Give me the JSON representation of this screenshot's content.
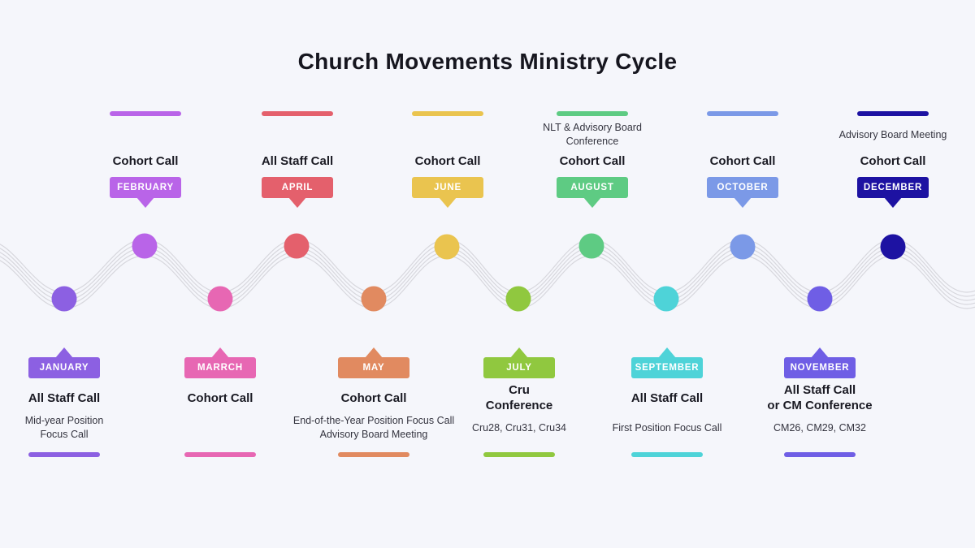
{
  "title": "Church Movements Ministry Cycle",
  "colors": {
    "background": "#f5f6fb",
    "wave_line": "#d7d7dd",
    "title_text": "#16161f",
    "event_text": "#1a1a23",
    "note_text": "#34343f"
  },
  "months": [
    {
      "name": "january",
      "label": "JANUARY",
      "row": "bottom",
      "color": "#8c60e2",
      "event": "All Staff Call",
      "note": "Mid-year Position\nFocus Call"
    },
    {
      "name": "february",
      "label": "FEBRUARY",
      "row": "top",
      "color": "#b964e8",
      "event": "Cohort Call",
      "note": ""
    },
    {
      "name": "march",
      "label": "MARRCH",
      "row": "bottom",
      "color": "#e767b3",
      "event": "Cohort Call",
      "note": ""
    },
    {
      "name": "april",
      "label": "APRIL",
      "row": "top",
      "color": "#e4606c",
      "event": "All Staff Call",
      "note": ""
    },
    {
      "name": "may",
      "label": "MAY",
      "row": "bottom",
      "color": "#e18a60",
      "event": "Cohort Call",
      "note": "End-of-the-Year Position Focus Call\nAdvisory Board Meeting"
    },
    {
      "name": "june",
      "label": "JUNE",
      "row": "top",
      "color": "#eac44f",
      "event": "Cohort Call",
      "note": ""
    },
    {
      "name": "july",
      "label": "JULY",
      "row": "bottom",
      "color": "#90c83f",
      "event": "Cru\nConference",
      "note": "Cru28, Cru31, Cru34"
    },
    {
      "name": "august",
      "label": "AUGUST",
      "row": "top",
      "color": "#5ecb83",
      "event": "Cohort Call",
      "note": "NLT & Advisory Board\nConference"
    },
    {
      "name": "september",
      "label": "SEPTEMBER",
      "row": "bottom",
      "color": "#4ed3d8",
      "event": "All Staff Call",
      "note": "First Position Focus Call"
    },
    {
      "name": "october",
      "label": "OCTOBER",
      "row": "top",
      "color": "#7b99e7",
      "event": "Cohort Call",
      "note": ""
    },
    {
      "name": "november",
      "label": "NOVEMBER",
      "row": "bottom",
      "color": "#6f5ee5",
      "event": "All Staff Call\nor CM Conference",
      "note": "CM26, CM29, CM32"
    },
    {
      "name": "december",
      "label": "DECEMBER",
      "row": "top",
      "color": "#1d12a2",
      "event": "Cohort Call",
      "note": "Advisory Board Meeting"
    }
  ]
}
